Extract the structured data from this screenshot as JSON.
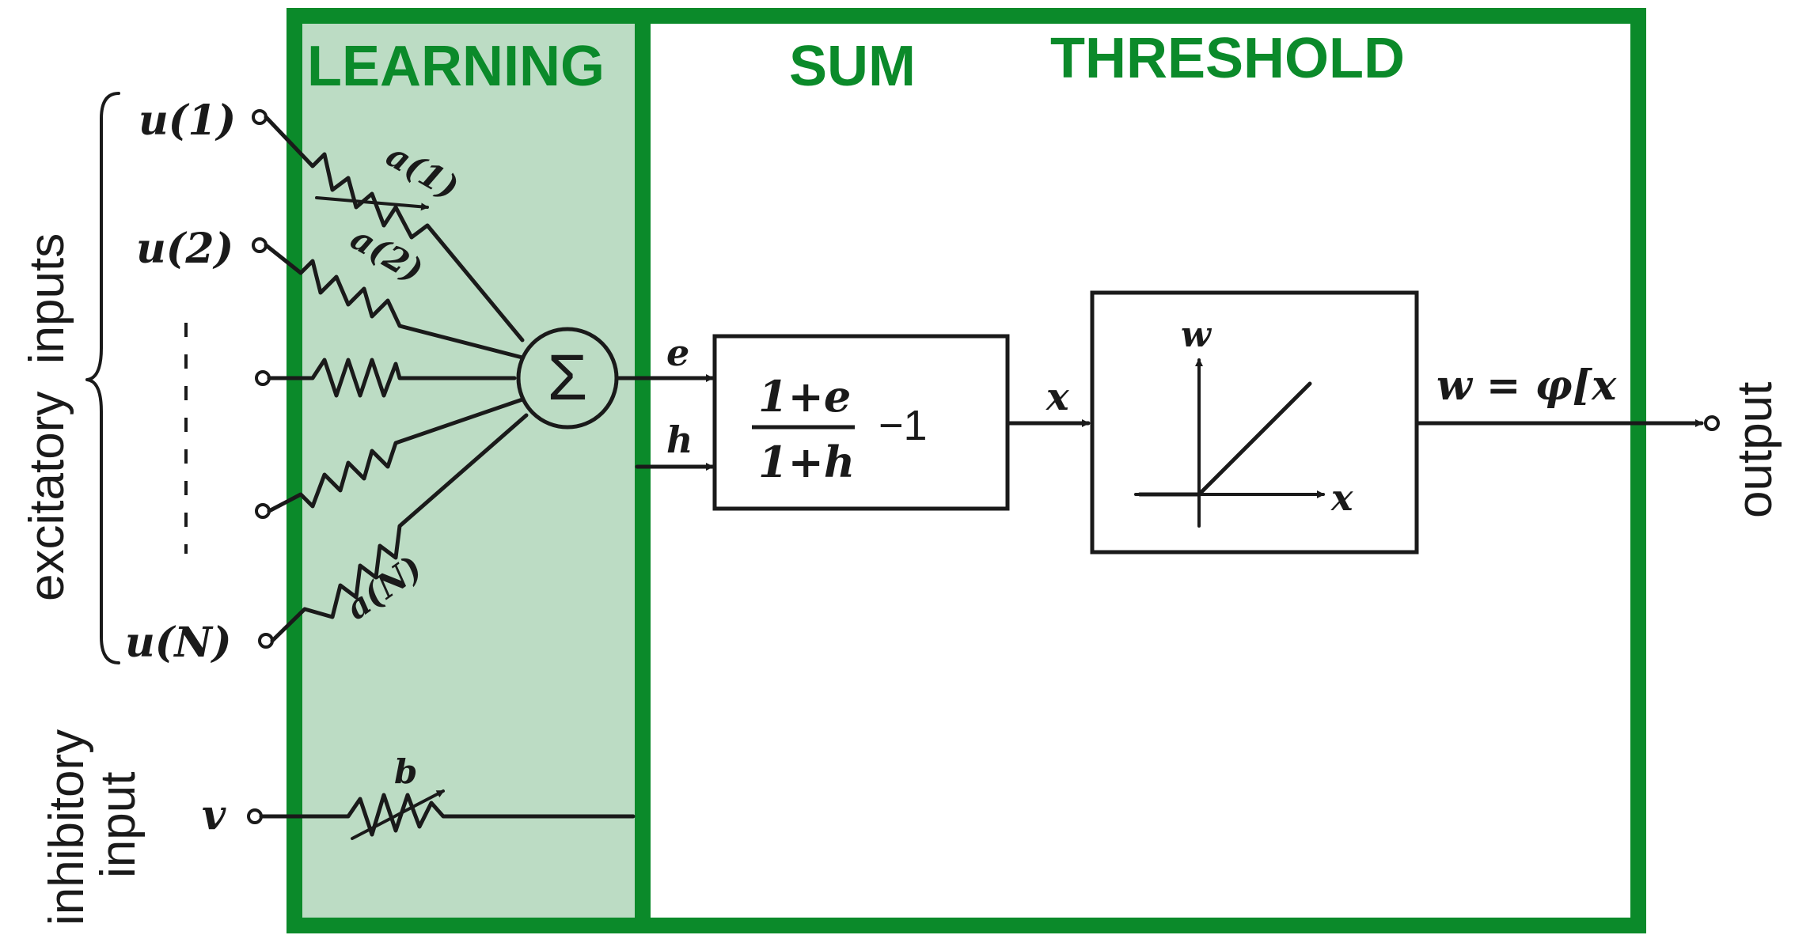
{
  "regions": {
    "learning": "LEARNING",
    "sum": "SUM",
    "threshold": "THRESHOLD"
  },
  "group_labels": {
    "excitatory": "excitatory  inputs",
    "inhibitory_line1": "inhibitory",
    "inhibitory_line2": "input",
    "output": "output"
  },
  "inputs": {
    "u1": "u(1)",
    "u2": "u(2)",
    "uN": "u(N)",
    "v": "v"
  },
  "weights": {
    "a1": "a(1)",
    "a2": "a(2)",
    "aN": "a(N)",
    "b": "b"
  },
  "summation": {
    "symbol": "Σ",
    "e": "e",
    "h": "h"
  },
  "formula": {
    "numerator": "1+e",
    "denominator": "1+h",
    "suffix": "−1"
  },
  "threshold_block": {
    "input_label": "x",
    "axis_y": "w",
    "axis_x": "x"
  },
  "output_expr": "w = φ[x",
  "colors": {
    "accent": "#0b8a2a",
    "learning_fill": "#bcdcc4",
    "ink": "#1a1a1a"
  }
}
